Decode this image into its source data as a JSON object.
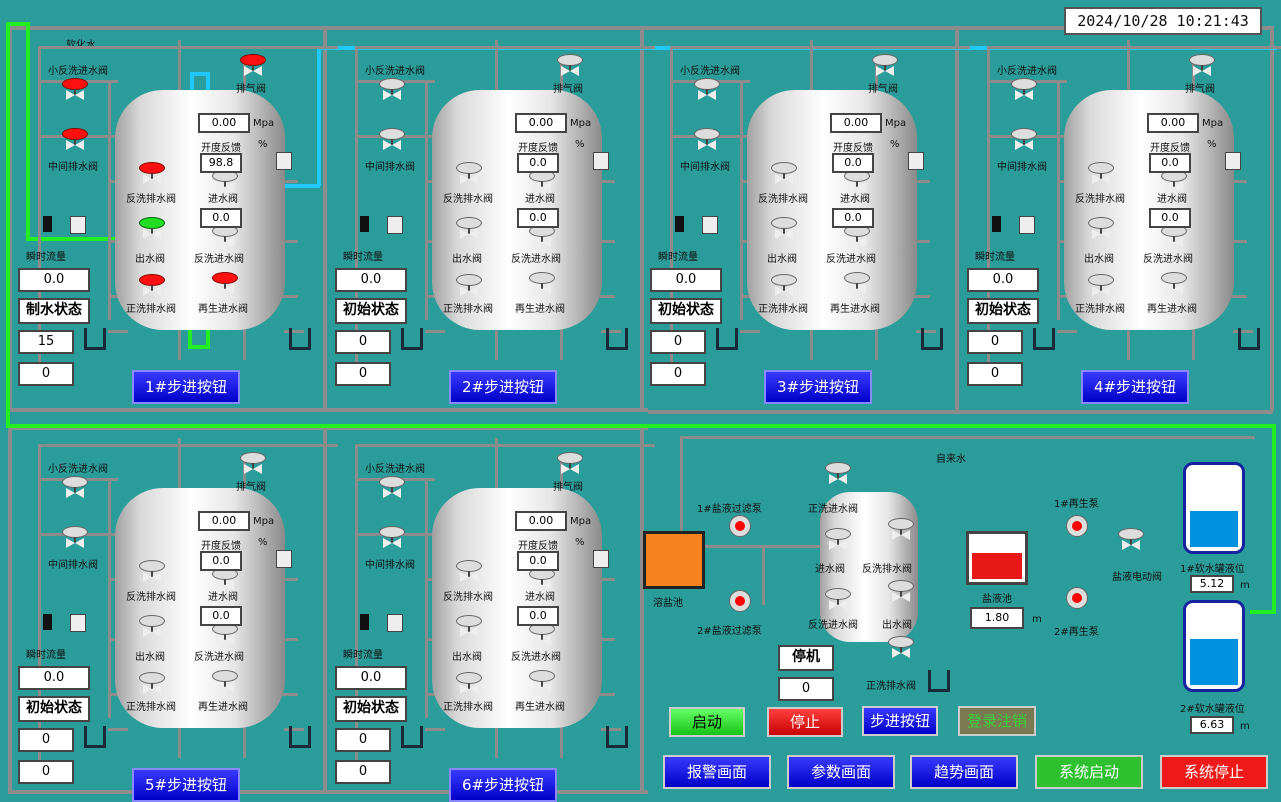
{
  "clock": "2024/10/28 10:21:43",
  "labels": {
    "softwater": "软化水",
    "tapwater": "自来水",
    "small_backwash_in": "小反洗进水阀",
    "vent": "排气阀",
    "mid_drain": "中间排水阀",
    "backwash_drain": "反洗排水阀",
    "water_in": "进水阀",
    "water_out": "出水阀",
    "backwash_in": "反洗进水阀",
    "forward_drain": "正洗排水阀",
    "regen_in": "再生进水阀",
    "forward_in": "正洗进水阀",
    "mpa": "Mpa",
    "open_fb": "开度反馈",
    "pct": "%",
    "flow": "瞬时流量",
    "salt_pool": "溶盐池",
    "brine_pool": "盐液池",
    "brine_pump1": "1#盐液过滤泵",
    "brine_pump2": "2#盐液过滤泵",
    "regen_pump1": "1#再生泵",
    "regen_pump2": "2#再生泵",
    "brine_valve": "盐液电动阀",
    "soft_tank1": "1#软水罐液位",
    "soft_tank2": "2#软水罐液位",
    "m": "m"
  },
  "units": [
    {
      "pressure": "0.00",
      "opening": "98.8",
      "v1": "0.0",
      "flow": "0.0",
      "state": "制水状态",
      "c1": "15",
      "c2": "0",
      "button": "1#步进按钮"
    },
    {
      "pressure": "0.00",
      "opening": "0.0",
      "v1": "0.0",
      "flow": "0.0",
      "state": "初始状态",
      "c1": "0",
      "c2": "0",
      "button": "2#步进按钮"
    },
    {
      "pressure": "0.00",
      "opening": "0.0",
      "v1": "0.0",
      "flow": "0.0",
      "state": "初始状态",
      "c1": "0",
      "c2": "0",
      "button": "3#步进按钮"
    },
    {
      "pressure": "0.00",
      "opening": "0.0",
      "v1": "0.0",
      "flow": "0.0",
      "state": "初始状态",
      "c1": "0",
      "c2": "0",
      "button": "4#步进按钮"
    },
    {
      "pressure": "0.00",
      "opening": "0.0",
      "v1": "0.0",
      "flow": "0.0",
      "state": "初始状态",
      "c1": "0",
      "c2": "0",
      "button": "5#步进按钮"
    },
    {
      "pressure": "0.00",
      "opening": "0.0",
      "v1": "0.0",
      "flow": "0.0",
      "state": "初始状态",
      "c1": "0",
      "c2": "0",
      "button": "6#步进按钮"
    }
  ],
  "regen": {
    "state": "停机",
    "count": "0",
    "brine_level": "1.80",
    "tank1_level": "5.12",
    "tank2_level": "6.63"
  },
  "buttons": {
    "start": "启动",
    "stop": "停止",
    "step": "步进按钮",
    "login": "登录注销",
    "alarm": "报警画面",
    "param": "参数画面",
    "trend": "趋势画面",
    "sys_start": "系统启动",
    "sys_stop": "系统停止"
  },
  "colors": {
    "bg": "#2a9c9a",
    "soft_water": "#22ee22",
    "air_line": "#20c8ff",
    "valve_open": "#22dd22",
    "valve_closed": "#ff1010"
  }
}
